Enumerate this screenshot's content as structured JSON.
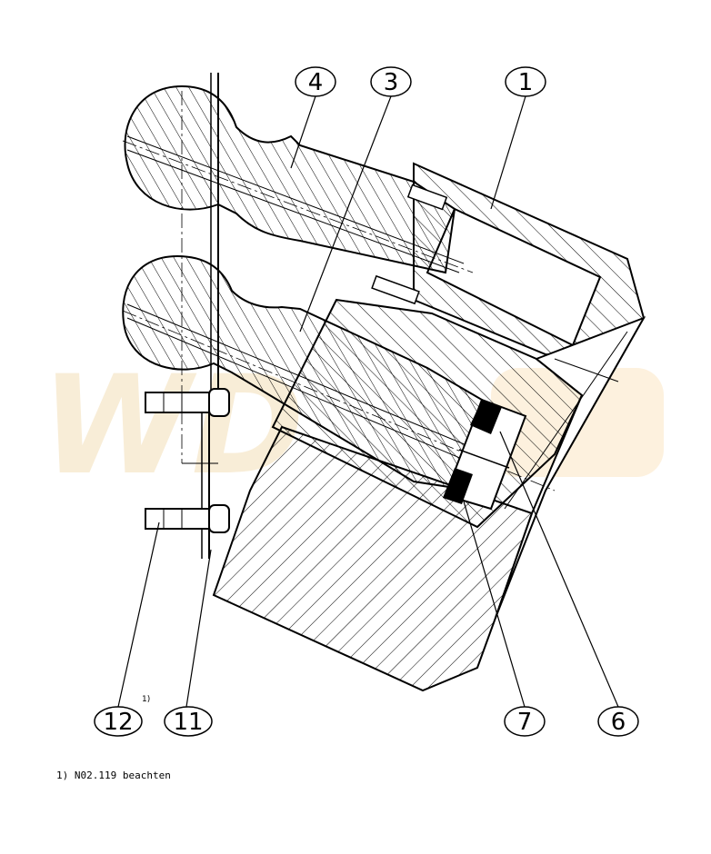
{
  "callouts": [
    {
      "label": "4"
    },
    {
      "label": "3"
    },
    {
      "label": "1"
    },
    {
      "label": "12"
    },
    {
      "label": "11"
    },
    {
      "label": "7"
    },
    {
      "label": "6"
    }
  ],
  "footnote_marker": "1)",
  "note": "1) N02.119 beachten",
  "watermark": "WD",
  "colors": {
    "line": "#000000",
    "background": "#ffffff",
    "watermark": "#f3b04a"
  }
}
